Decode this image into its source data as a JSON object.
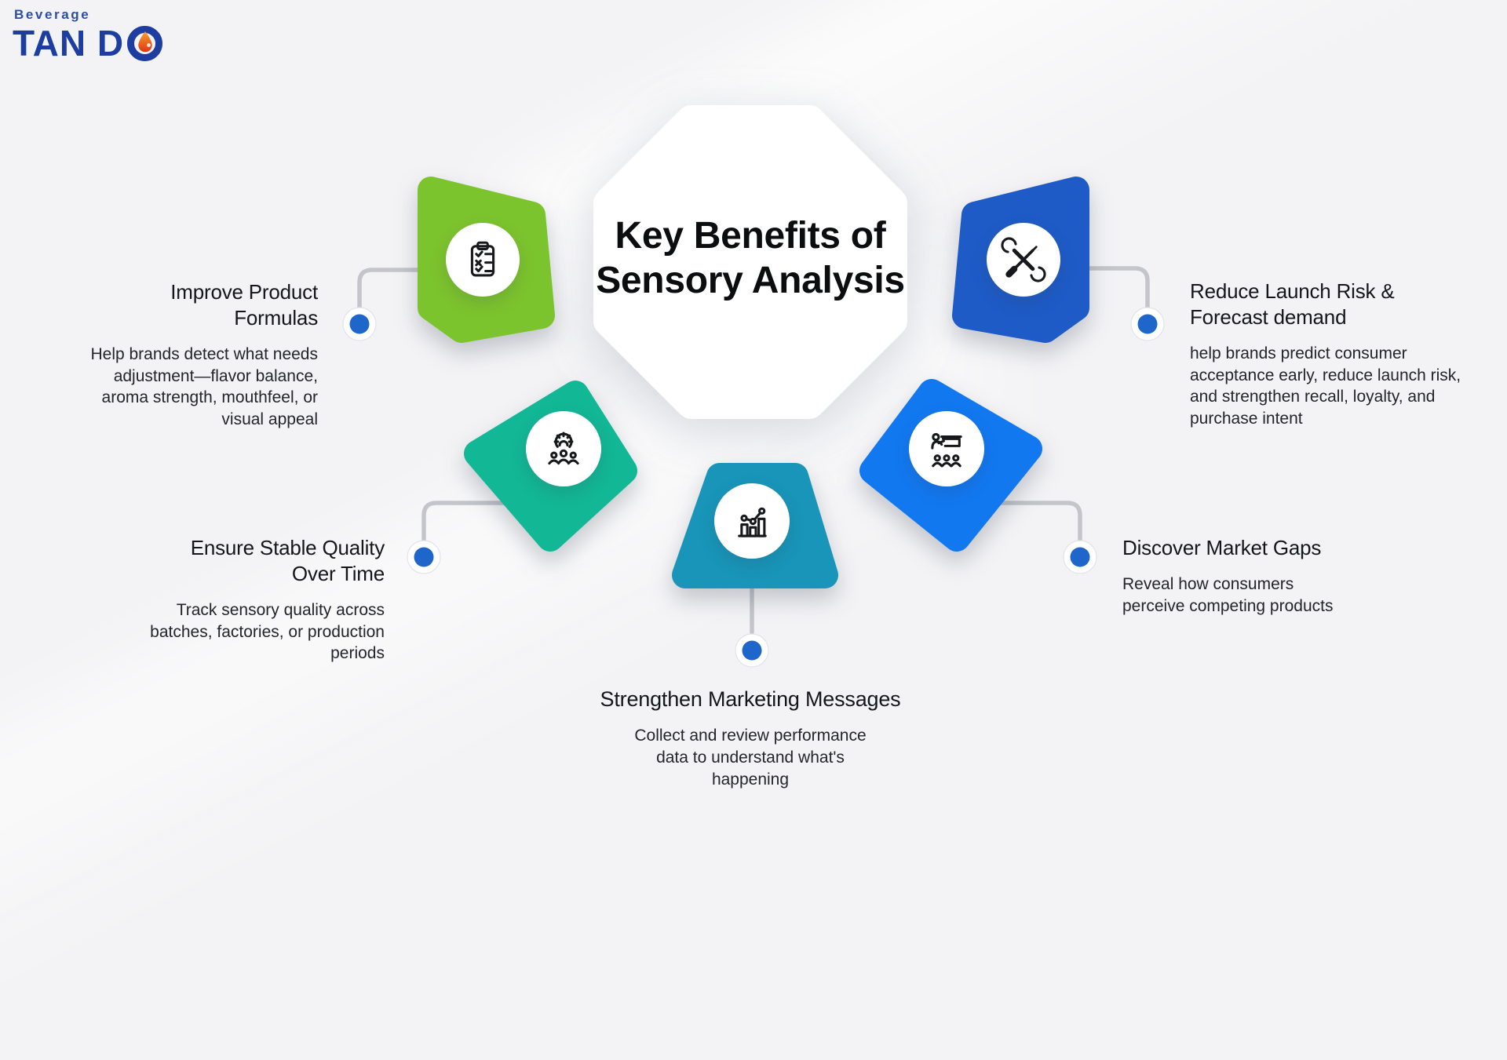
{
  "logo": {
    "tagline": "Beverage",
    "brand_prefix": "TAN D",
    "brand_o_letter": "O",
    "tagline_color": "#2c4fa5",
    "brand_color": "#1d3da0",
    "droplet_top_color": "#f6a22d",
    "droplet_bottom_color": "#e03413"
  },
  "title": {
    "line1": "Key Benefits of",
    "line2": "Sensory Analysis"
  },
  "benefits": [
    {
      "heading": "Improve Product Formulas",
      "body": "Help brands detect what needs adjustment—flavor balance, aroma strength, mouthfeel, or visual appeal",
      "icon": "clipboard-checklist-icon",
      "shape": "pentagon-left",
      "shape_color": "#7cc42d"
    },
    {
      "heading": "Ensure Stable Quality Over Time",
      "body": "Track sensory quality across batches, factories, or production periods",
      "icon": "gear-team-icon",
      "shape": "diamond",
      "shape_color": "#12b795"
    },
    {
      "heading": "Strengthen Marketing Messages",
      "body": "Collect and review performance data to understand what's happening",
      "icon": "bar-chart-trend-icon",
      "shape": "trapezoid",
      "shape_color": "#1895b9"
    },
    {
      "heading": "Reduce Launch Risk & Forecast demand",
      "body": "help brands predict consumer acceptance early, reduce launch risk, and strengthen recall, loyalty, and purchase intent",
      "icon": "wrench-screwdriver-icon",
      "shape": "pentagon-right",
      "shape_color": "#1e5bc6"
    },
    {
      "heading": "Discover Market Gaps",
      "body": "Reveal how consumers perceive competing products",
      "icon": "presentation-audience-icon",
      "shape": "diamond",
      "shape_color": "#1278f0"
    }
  ],
  "connectors": {
    "line_color": "#c4c5cb",
    "dot_color": "#1e66c9",
    "dot_ring_color": "#ffffff"
  },
  "background_color": "#f3f3f5"
}
